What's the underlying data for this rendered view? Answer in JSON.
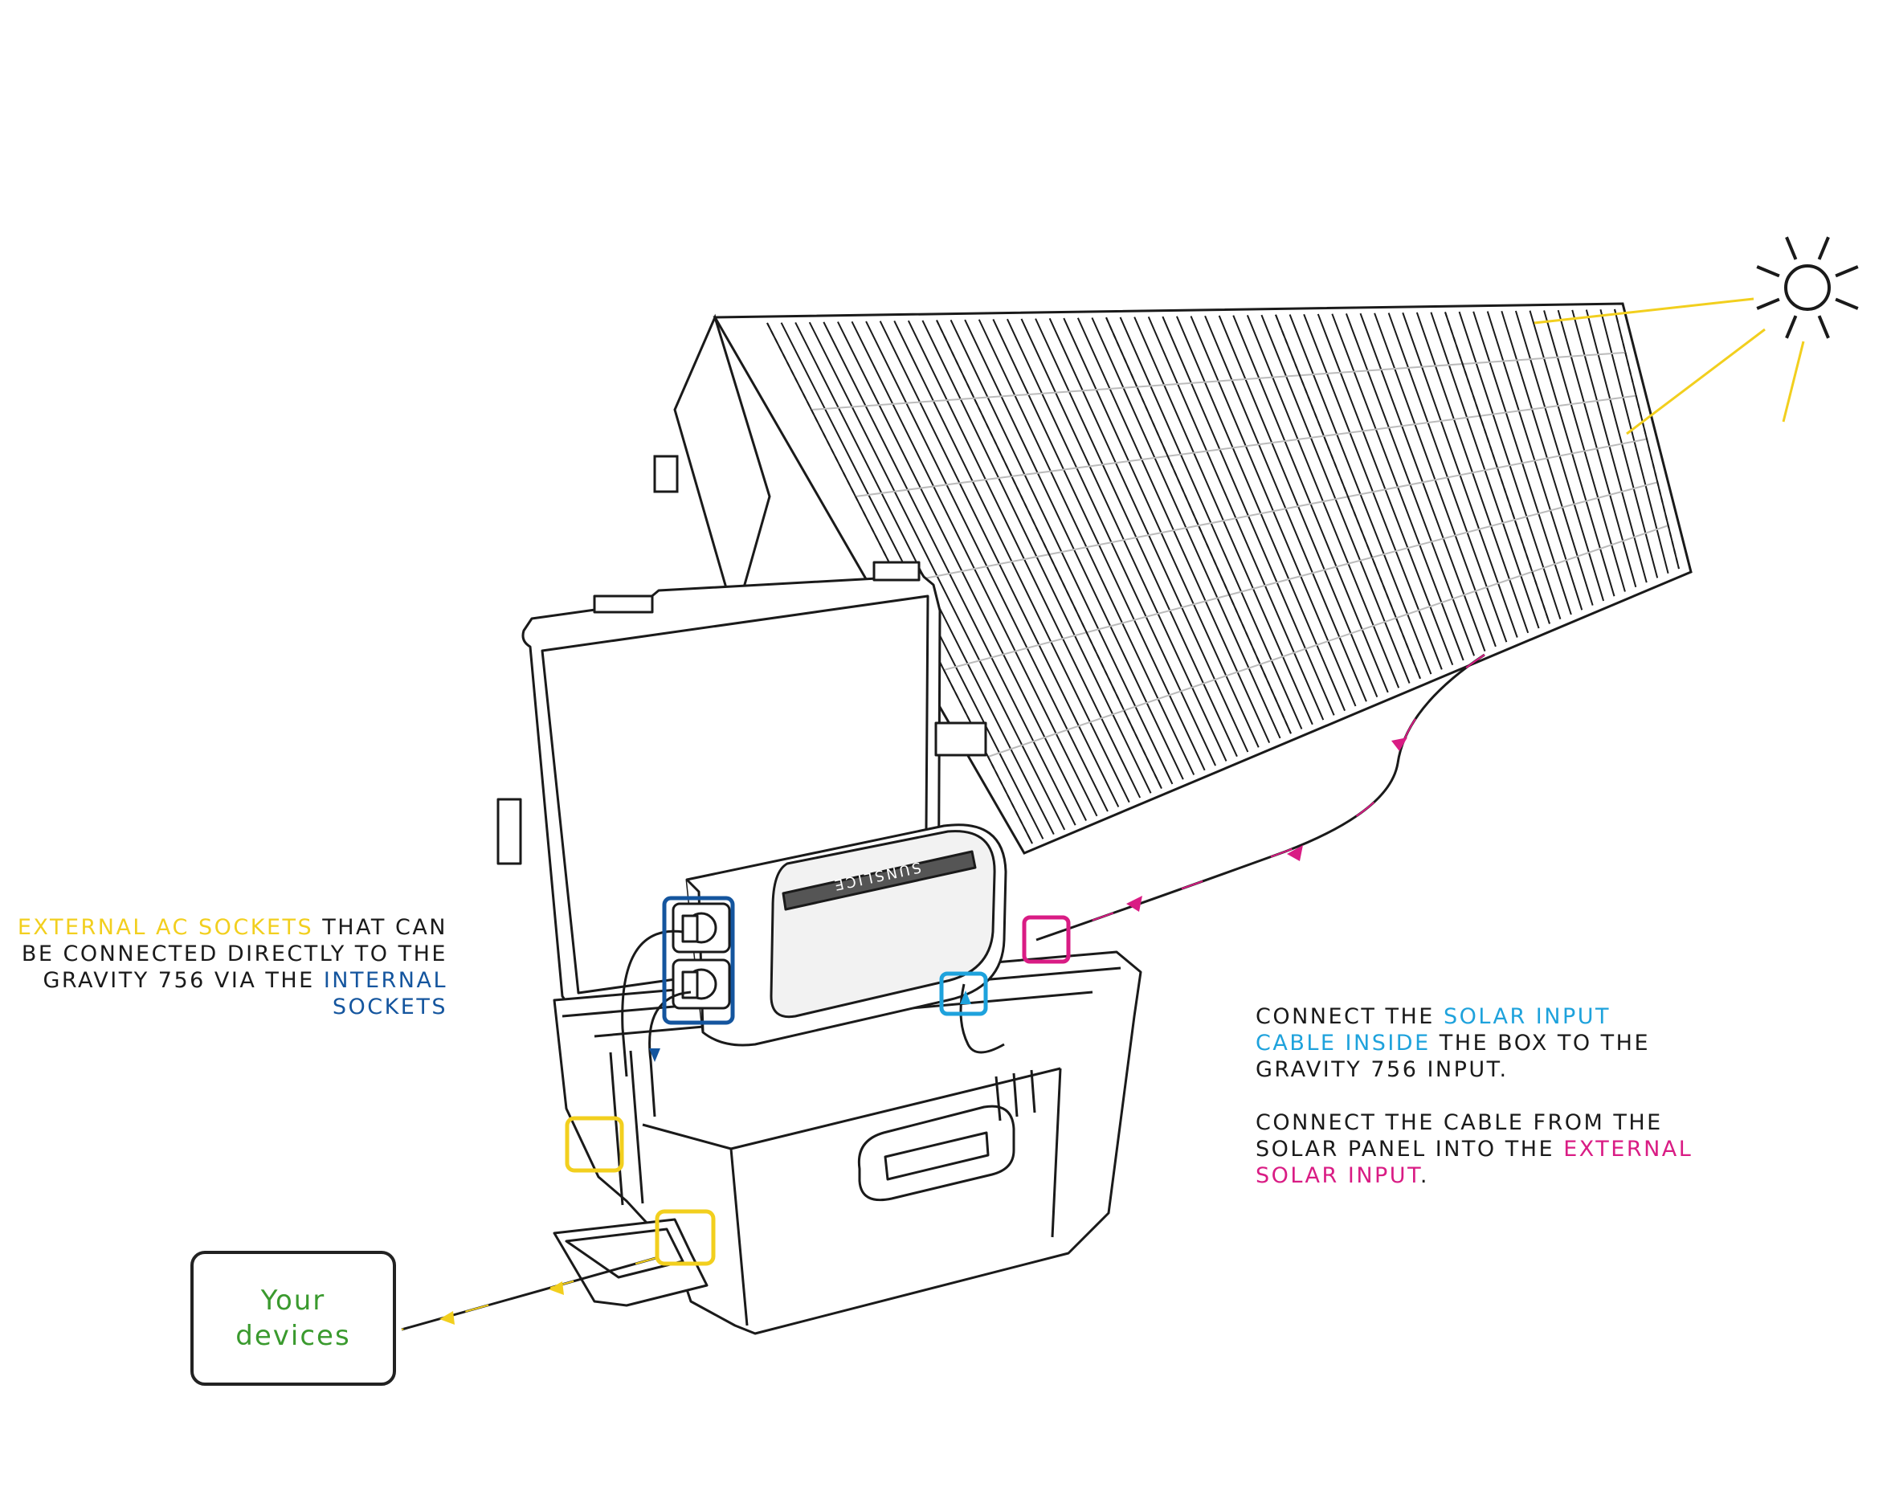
{
  "left_label": {
    "line1_highlight": "EXTERNAL AC SOCKETS",
    "line1_rest": " THAT CAN",
    "line2": "BE CONNECTED DIRECTLY TO THE",
    "line3_text": "GRAVITY 756 VIA THE ",
    "line3_highlight": "INTERNAL",
    "line4_highlight": "SOCKETS"
  },
  "right_label": {
    "p1_line1_text": "CONNECT THE ",
    "p1_line1_highlight": "SOLAR INPUT",
    "p1_line2_highlight": "CABLE INSIDE",
    "p1_line2_rest": " THE BOX TO THE",
    "p1_line3": "GRAVITY 756 INPUT.",
    "p2_line1": "CONNECT THE CABLE FROM THE",
    "p2_line2_text": "SOLAR PANEL INTO THE ",
    "p2_line2_highlight": "EXTERNAL",
    "p2_line3_highlight": "SOLAR INPUT",
    "p2_line3_rest": "."
  },
  "devices": {
    "label": "Your\ndevices"
  },
  "brand": {
    "logo_text": "SUNSLICE"
  },
  "colors": {
    "external_ac": "#f2cf1e",
    "internal_sockets": "#14559e",
    "solar_input_inside": "#1ea2dc",
    "external_solar_input": "#d91c84",
    "devices": "#3a9a2e"
  }
}
